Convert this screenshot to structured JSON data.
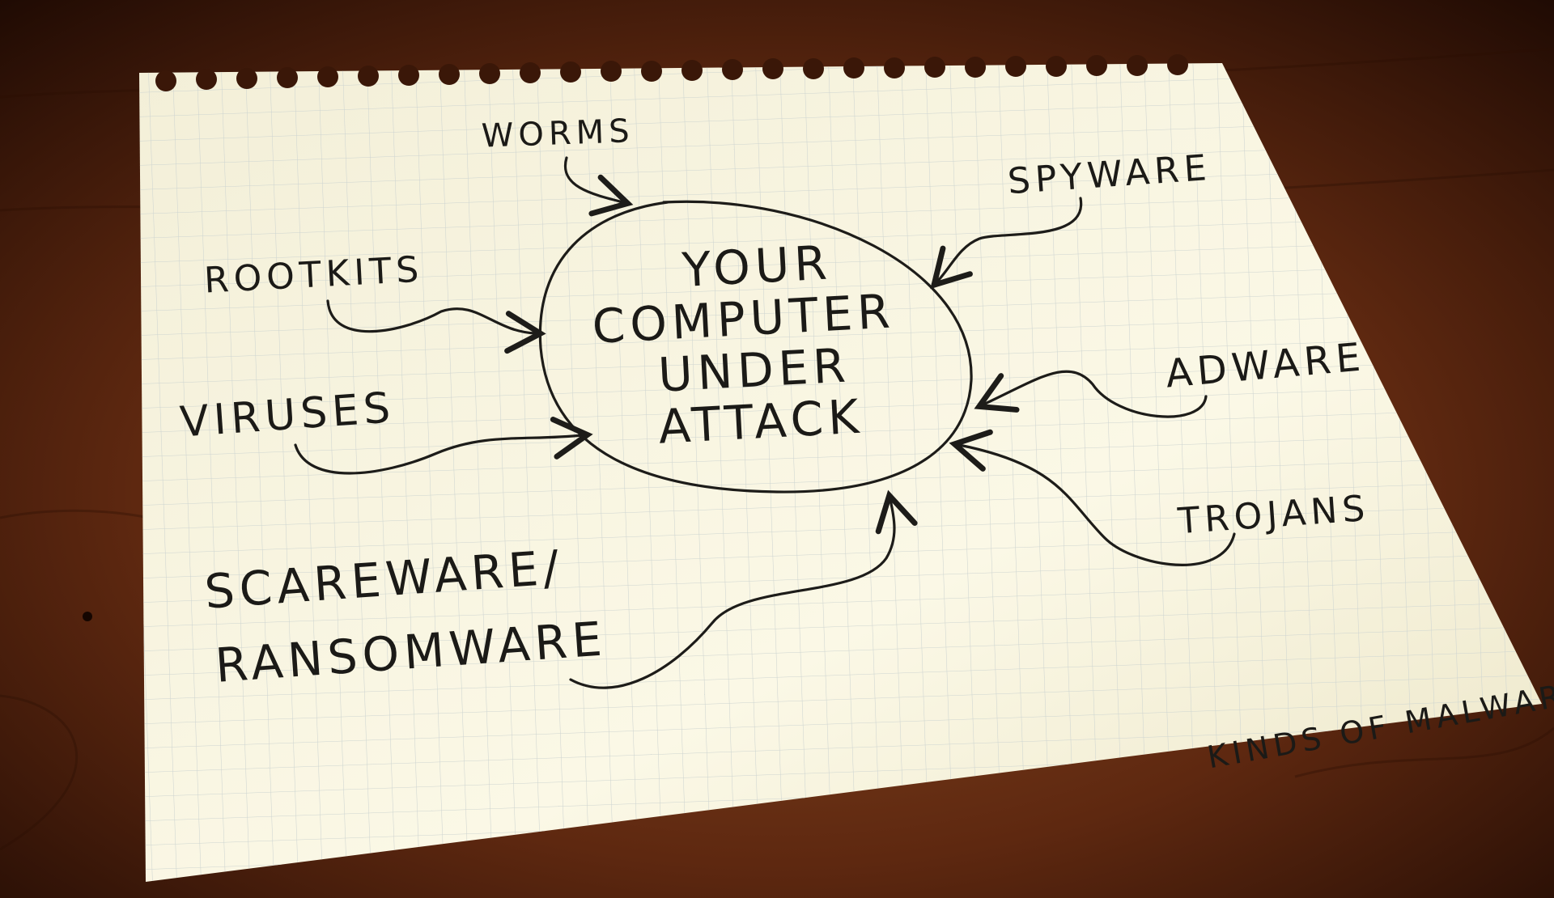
{
  "photo": {
    "subject": "handwritten-malware-diagram-on-notepad",
    "center_label": [
      "YOUR",
      "COMPUTER",
      "UNDER",
      "ATTACK"
    ],
    "threat_labels": {
      "worms": "WORMS",
      "spyware": "SPYWARE",
      "rootkits": "ROOTKITS",
      "adware": "ADWARE",
      "viruses": "VIRUSES",
      "trojans": "TROJANS",
      "scareware_line1": "SCAREWARE/",
      "scareware_line2": "RANSOMWARE"
    },
    "caption": "KINDS OF MALWARE",
    "colors": {
      "paper": "#f7f3df",
      "paper_lines": "#c9d2d0",
      "wood": "#6a2f12",
      "ink": "#1b1a17"
    }
  }
}
